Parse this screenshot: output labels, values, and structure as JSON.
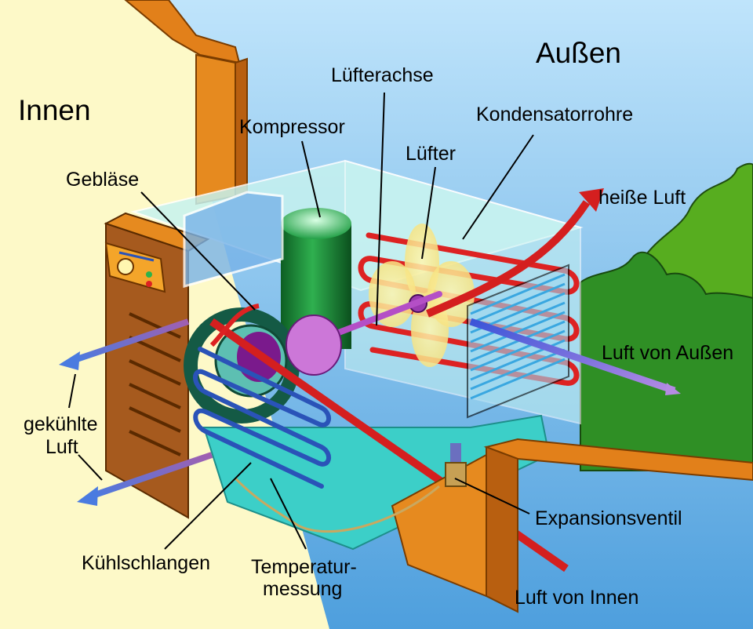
{
  "regions": {
    "inside": "Innen",
    "outside": "Außen"
  },
  "labels": {
    "compressor": "Kompressor",
    "fan_axis": "Lüfterachse",
    "condenser_tubes": "Kondensatorrohre",
    "fan": "Lüfter",
    "blower": "Gebläse",
    "hot_air": "heiße Luft",
    "outside_air": "Luft von Außen",
    "cooled_air_line1": "gekühlte",
    "cooled_air_line2": "Luft",
    "expansion_valve": "Expansionsventil",
    "cooling_coils": "Kühlschlangen",
    "temperature_line1": "Temperatur-",
    "temperature_line2": "messung",
    "inside_air": "Luft von Innen"
  },
  "colors": {
    "wall": "#fdf9c8",
    "sky": "#6fb6e6",
    "foliage": "#3b9a22",
    "brick": "#e2801a",
    "hot_pipe": "#dd2222",
    "cold_pipe": "#2a53b8",
    "compressor": "#1f8a3a",
    "blower": "#7a1a8c",
    "water": "#3ccfc8",
    "cool_arrow": "#5577dd"
  }
}
